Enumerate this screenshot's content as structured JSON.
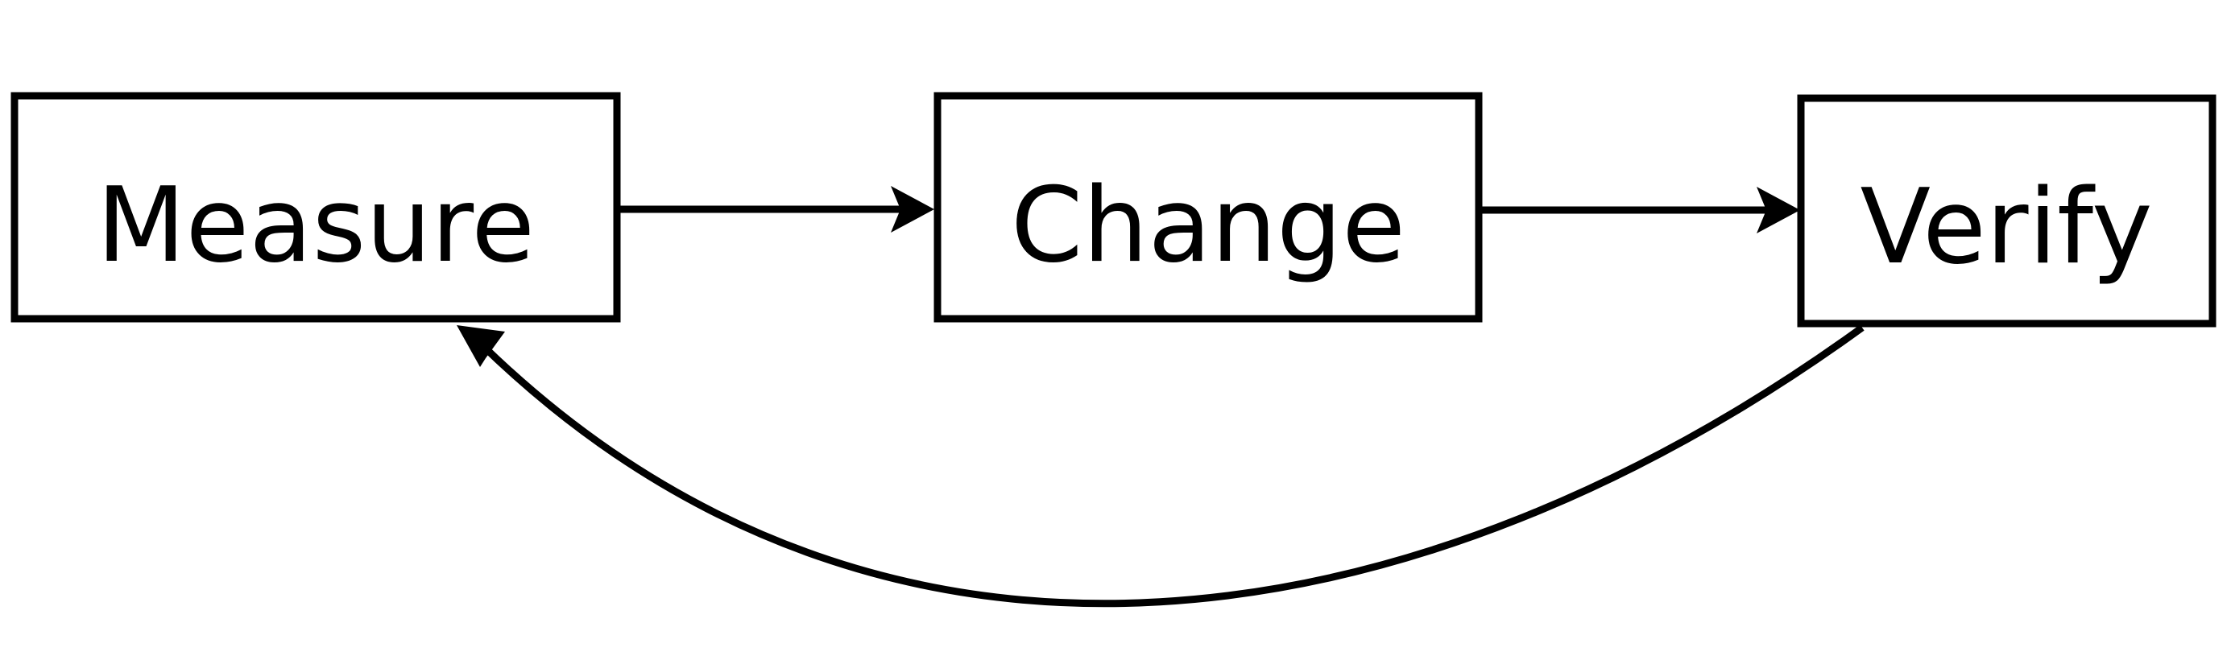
{
  "diagram": {
    "type": "flow-cycle",
    "stroke_color": "#000000",
    "background": "#ffffff",
    "nodes": [
      {
        "id": "measure",
        "label": "Measure"
      },
      {
        "id": "change",
        "label": "Change"
      },
      {
        "id": "verify",
        "label": "Verify"
      }
    ],
    "edges": [
      {
        "from": "measure",
        "to": "change",
        "shape": "straight"
      },
      {
        "from": "change",
        "to": "verify",
        "shape": "straight"
      },
      {
        "from": "verify",
        "to": "measure",
        "shape": "curved"
      }
    ]
  }
}
